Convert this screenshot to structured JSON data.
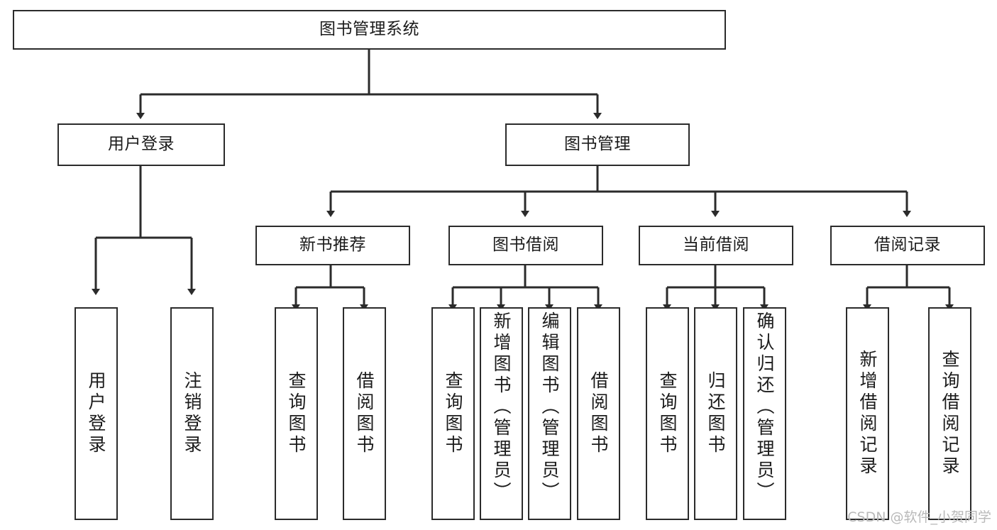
{
  "diagram": {
    "title": "图书管理系统",
    "type": "tree-hierarchy-diagram",
    "colors": {
      "stroke": "#2b2b2b",
      "fill": "#ffffff",
      "text": "#1b1b1b",
      "watermark": "#b9b9b9"
    },
    "root": {
      "label": "图书管理系统"
    },
    "level2": [
      {
        "label": "用户登录"
      },
      {
        "label": "图书管理"
      }
    ],
    "level3": [
      {
        "label": "新书推荐"
      },
      {
        "label": "图书借阅"
      },
      {
        "label": "当前借阅"
      },
      {
        "label": "借阅记录"
      }
    ],
    "leaves": {
      "user_login": [
        {
          "label": "用户登录"
        },
        {
          "label": "注销登录"
        }
      ],
      "new_book_recommend": [
        {
          "label": "查询图书"
        },
        {
          "label": "借阅图书"
        }
      ],
      "book_borrow": [
        {
          "label": "查询图书"
        },
        {
          "label": "新增图书（管理员）"
        },
        {
          "label": "编辑图书（管理员）"
        },
        {
          "label": "借阅图书"
        }
      ],
      "current_borrow": [
        {
          "label": "查询图书"
        },
        {
          "label": "归还图书"
        },
        {
          "label": "确认归还（管理员）"
        }
      ],
      "borrow_record": [
        {
          "label": "新增借阅记录"
        },
        {
          "label": "查询借阅记录"
        }
      ]
    }
  },
  "watermark": {
    "text": "CSDN @软件_小贺同学"
  }
}
